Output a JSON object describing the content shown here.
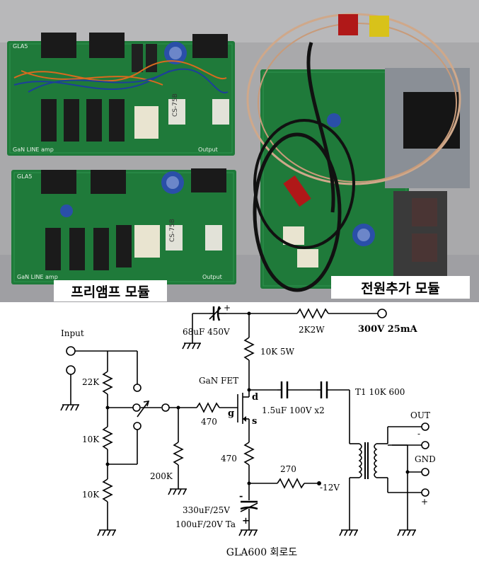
{
  "photo": {
    "left_caption": "프리앰프 모듈",
    "right_caption": "전원추가 모듈",
    "board_labels": {
      "top_board_title": "GLA5",
      "top_board_footer": "GaN LINE amp",
      "bottom_board_title": "GLA5",
      "bottom_board_footer": "GaN LINE amp",
      "output_label_1": "Output",
      "output_label_2": "Output",
      "transformer_code_1": "CS-75B",
      "transformer_code_2": "CS-75B"
    }
  },
  "schematic": {
    "input_label": "Input",
    "r_22k": "22K",
    "r_10k_a": "10K",
    "r_10k_b": "10K",
    "r_200k": "200K",
    "r_470_gate": "470",
    "r_470_source": "470",
    "r_270": "270",
    "neg12v": "-12V",
    "r_10k_5w": "10K 5W",
    "c_68uf": "68uF 450V",
    "r_2k2w": "2K2W",
    "supply": "300V 25mA",
    "fet_label": "GaN FET",
    "pin_d": "d",
    "pin_g": "g",
    "pin_s": "s",
    "c_coupling": "1.5uF 100V x2",
    "transformer": "T1 10K 600",
    "out_label": "OUT",
    "gnd_label": "GND",
    "minus_sign": "-",
    "plus_sign": "+",
    "c_bypass_1": "330uF/25V",
    "c_bypass_2": "100uF/20V Ta",
    "cap_minus": "-",
    "cap_plus": "+",
    "c68_plus": "+",
    "title": "GLA600 회로도"
  }
}
